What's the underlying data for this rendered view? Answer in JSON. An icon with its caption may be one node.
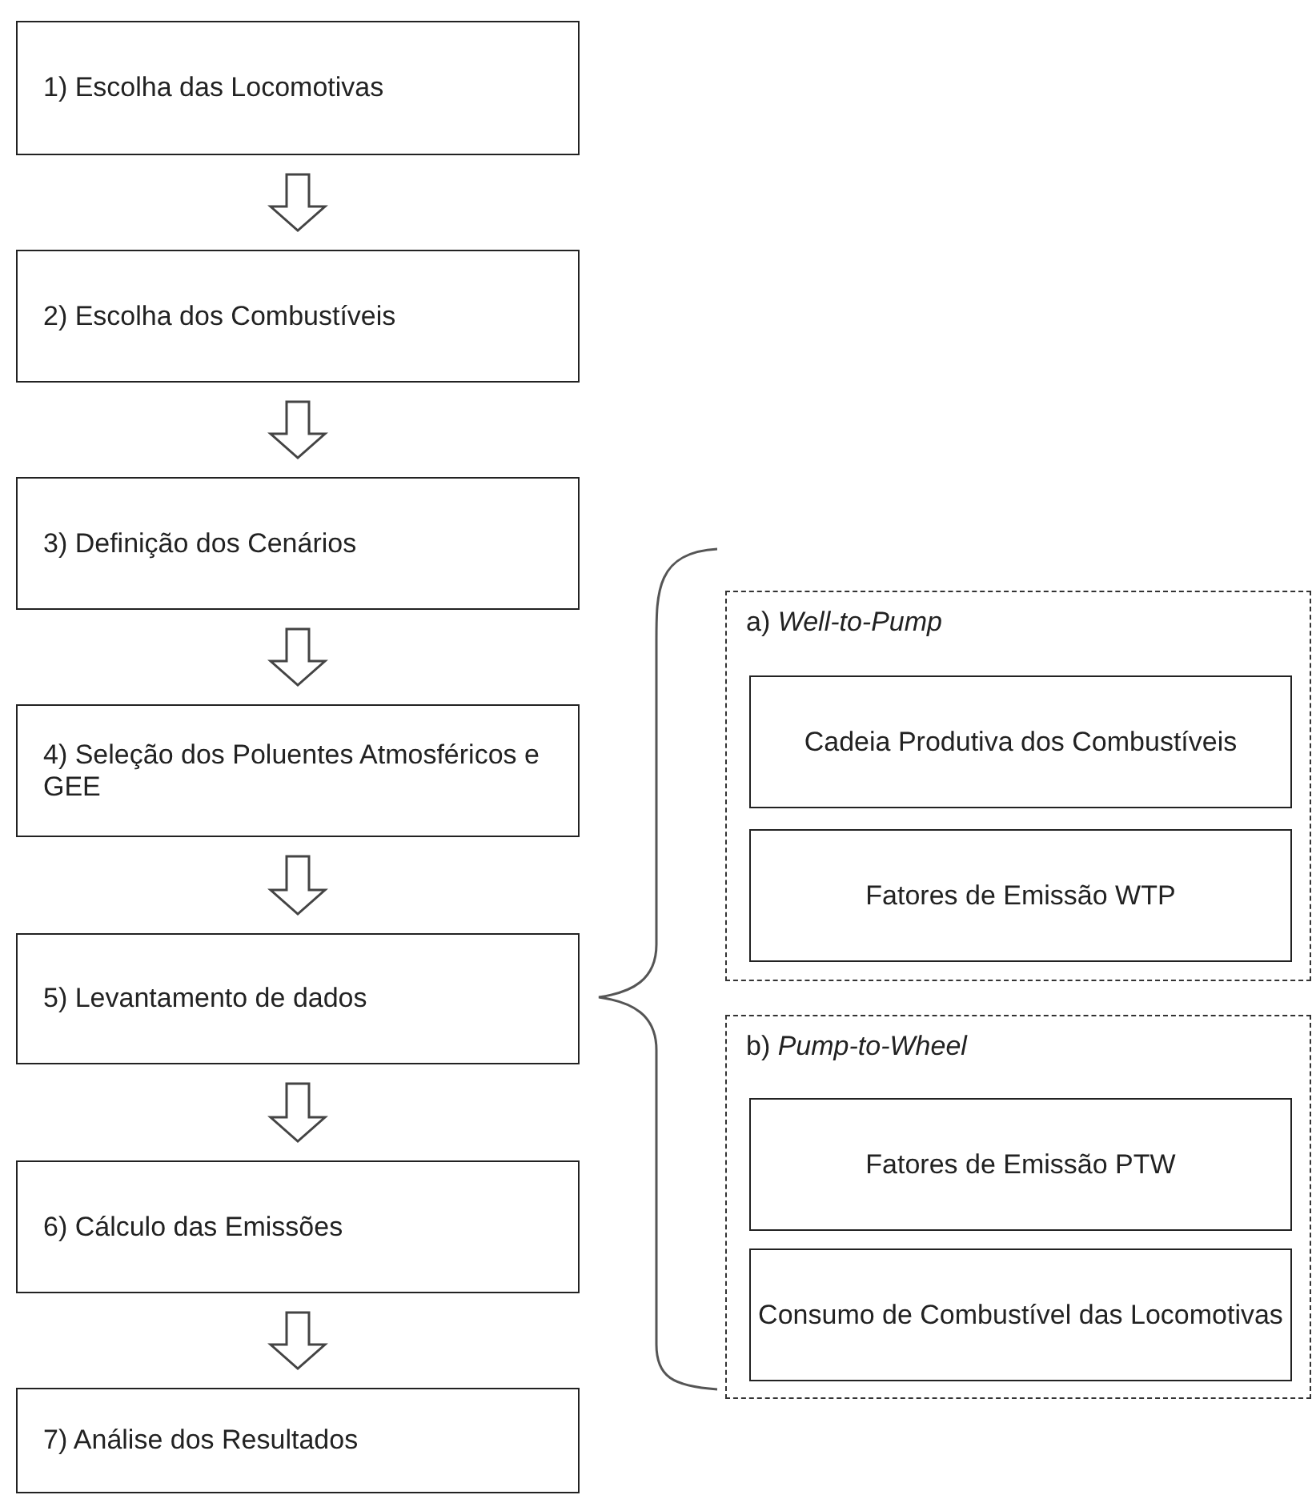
{
  "diagram": {
    "nodes": [
      {
        "text": [
          "1) Escolha das Locomotivas"
        ]
      },
      {
        "text": [
          "2) Escolha dos Combustíveis"
        ]
      },
      {
        "text": [
          "3) Definição dos Cenários"
        ]
      },
      {
        "text": [
          "4) Seleção dos Poluentes Atmosféricos e GEE"
        ]
      },
      {
        "text": [
          "5) Levantamento de dados"
        ]
      },
      {
        "text": [
          "6) Cálculo das Emissões"
        ]
      },
      {
        "text": [
          "7) Análise dos Resultados"
        ]
      },
      {
        "text": [
          "a) *Well-to-Pump*"
        ]
      },
      {
        "text": [
          "Cadeia Produtiva dos Combustíveis"
        ],
        "in": 7
      },
      {
        "text": [
          "Fatores de Emissão WTP"
        ],
        "in": 7
      },
      {
        "text": [
          "b) *Pump-to-Wheel*"
        ]
      },
      {
        "text": [
          "Fatores de Emissão PTW"
        ],
        "in": 10
      },
      {
        "text": [
          "Consumo de Combustível das Locomotivas"
        ],
        "in": 10
      }
    ],
    "edges": [
      {
        "from": 0,
        "to": 1,
        "arrow": "to"
      },
      {
        "from": 1,
        "to": 2,
        "arrow": "to"
      },
      {
        "from": 2,
        "to": 3,
        "arrow": "to"
      },
      {
        "from": 3,
        "to": 4,
        "arrow": "to"
      },
      {
        "from": 4,
        "to": 5,
        "arrow": "to"
      },
      {
        "from": 5,
        "to": 6,
        "arrow": "to"
      }
    ]
  }
}
